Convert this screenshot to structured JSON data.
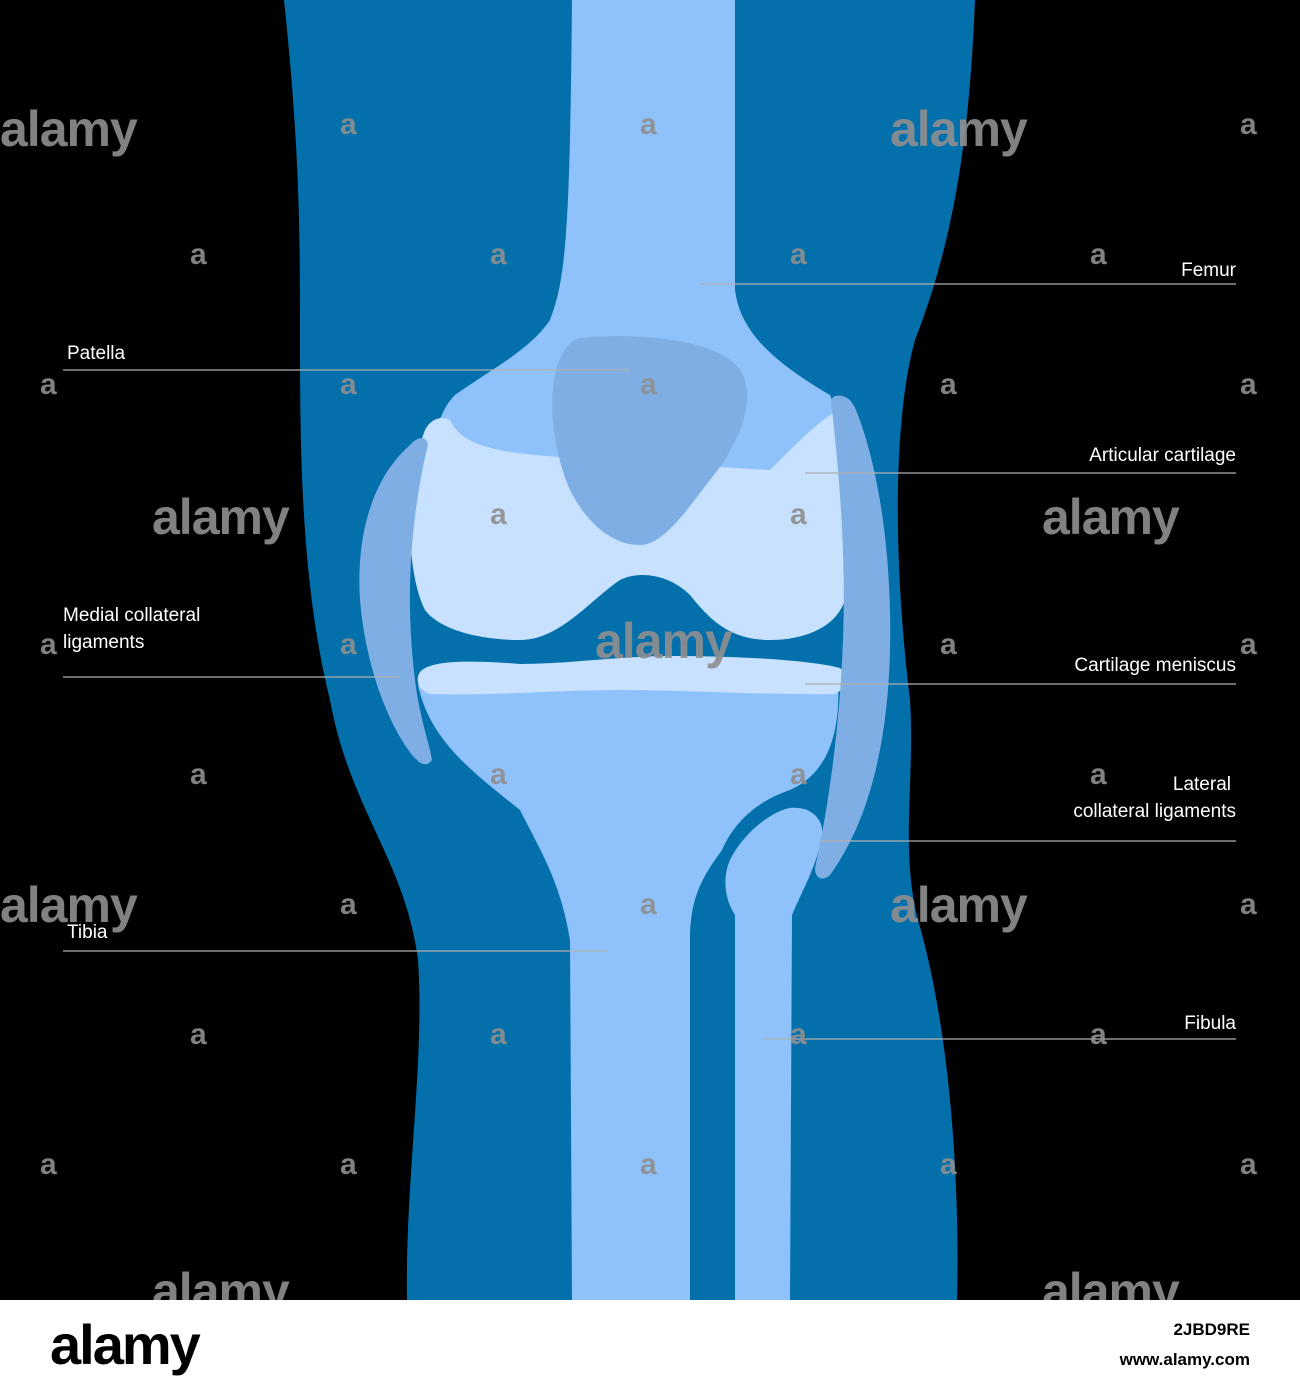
{
  "labels": {
    "femur": "Femur",
    "patella": "Patella",
    "articular_cartilage": "Articular cartilage",
    "medial_collateral_line1": "Medial collateral",
    "medial_collateral_line2": "ligaments",
    "cartilage_meniscus": "Cartilage meniscus",
    "lateral_collateral_line1": "Lateral",
    "lateral_collateral_line2": "collateral ligaments",
    "tibia": "Tibia",
    "fibula": "Fibula"
  },
  "watermark": {
    "word": "alamy",
    "letter": "a"
  },
  "footer": {
    "logo": "alamy",
    "image_id": "2JBD9RE",
    "url": "www.alamy.com"
  },
  "colors": {
    "background": "#000000",
    "soft_tissue": "#0370ac",
    "bone": "#8fc2fb",
    "cartilage": "#c7e1ff",
    "patella": "#7eaee3",
    "ligament": "#7eaee3",
    "leader_line": "#b0b0b0"
  }
}
